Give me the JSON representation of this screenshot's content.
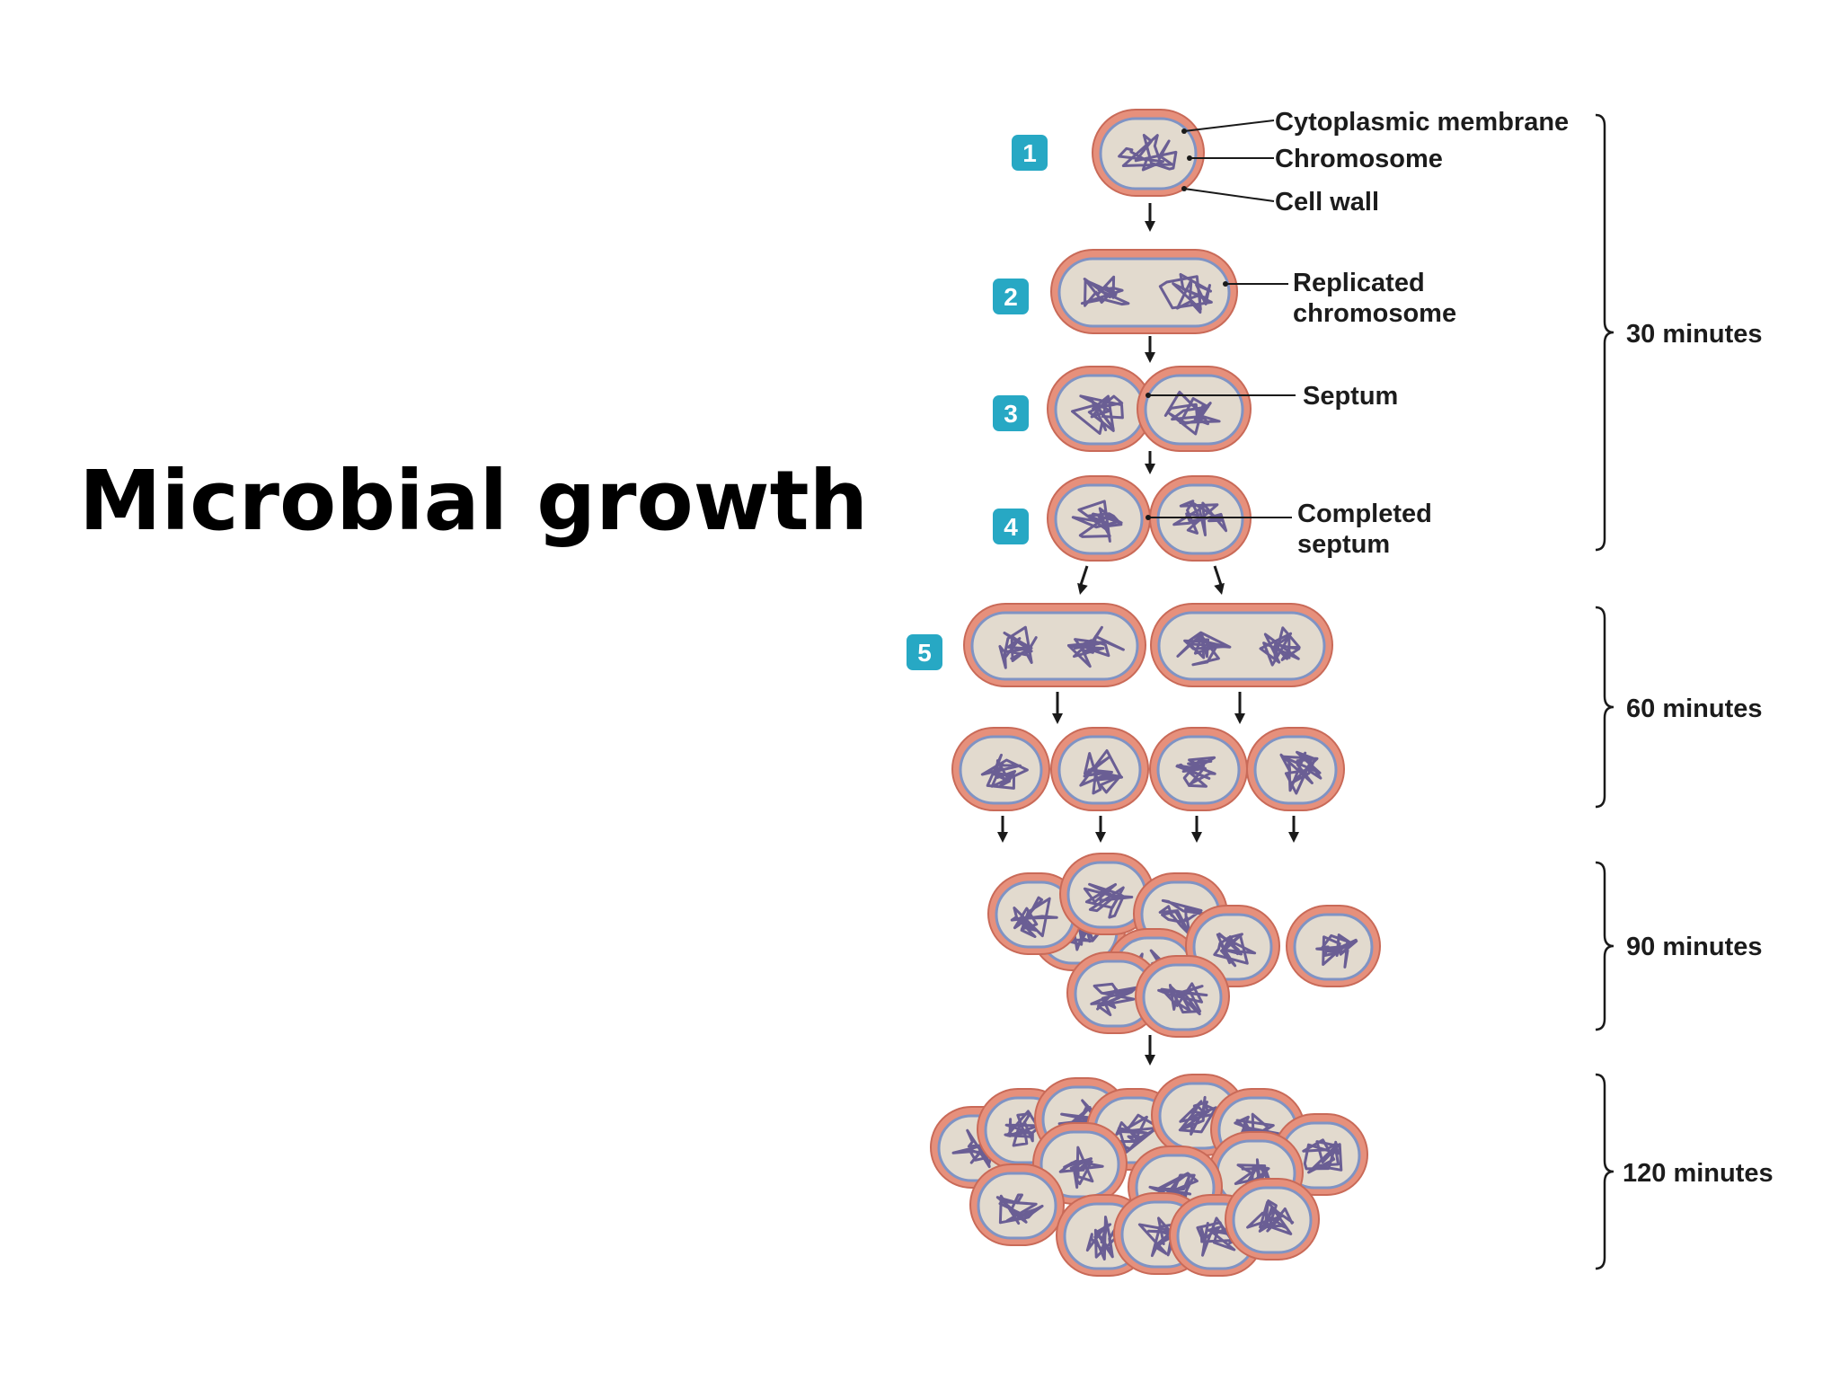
{
  "slide": {
    "title": "Microbial growth"
  },
  "colors": {
    "cell_wall": "#e6907c",
    "cell_wall_edge": "#c96a58",
    "cytoplasm": "#e2dace",
    "membrane": "#7f93c4",
    "chromosome": "#6a5e94",
    "step_badge": "#27a8c4",
    "arrow": "#1a1a1a",
    "label": "#1c1c1c"
  },
  "figure": {
    "steps": [
      "1",
      "2",
      "3",
      "4",
      "5"
    ],
    "labels": {
      "cytoplasmic_membrane": "Cytoplasmic membrane",
      "chromosome": "Chromosome",
      "cell_wall": "Cell wall",
      "replicated_chromosome_1": "Replicated",
      "replicated_chromosome_2": "chromosome",
      "septum": "Septum",
      "completed_septum_1": "Completed",
      "completed_septum_2": "septum"
    },
    "time_marks": [
      "30 minutes",
      "60 minutes",
      "90 minutes",
      "120 minutes"
    ]
  }
}
